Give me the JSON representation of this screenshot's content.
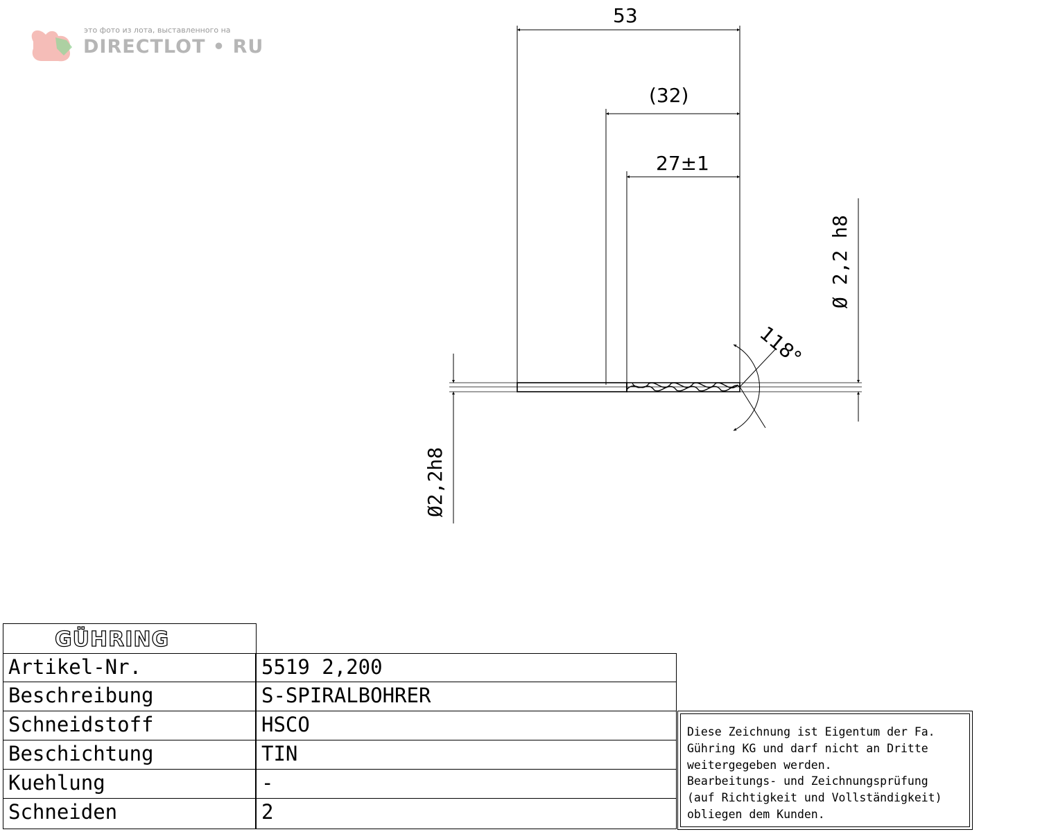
{
  "watermark": {
    "caption": "это фото из лота, выставленного на",
    "brand": "DIRECTLOT • RU"
  },
  "dimensions": {
    "overall_length": "53",
    "shank_length": "(32)",
    "flute_length": "27±1",
    "point_angle": "118°",
    "diameter_right": "Ø 2,2 h8",
    "diameter_left": "Ø2,2h8"
  },
  "logo": "GÜHRING",
  "spec": [
    {
      "label": "Artikel-Nr.",
      "value": "5519 2,200"
    },
    {
      "label": "Beschreibung",
      "value": "S-SPIRALBOHRER"
    },
    {
      "label": "Schneidstoff",
      "value": "HSCO"
    },
    {
      "label": "Beschichtung",
      "value": "TIN"
    },
    {
      "label": "Kuehlung",
      "value": "-"
    },
    {
      "label": "Schneiden",
      "value": "2"
    }
  ],
  "notice": [
    "Diese Zeichnung ist Eigentum der Fa.",
    "Gühring KG und darf nicht an Dritte",
    "weitergegeben werden.",
    "Bearbeitungs- und Zeichnungsprüfung",
    "(auf Richtigkeit und Vollständigkeit)",
    "obliegen dem Kunden."
  ]
}
